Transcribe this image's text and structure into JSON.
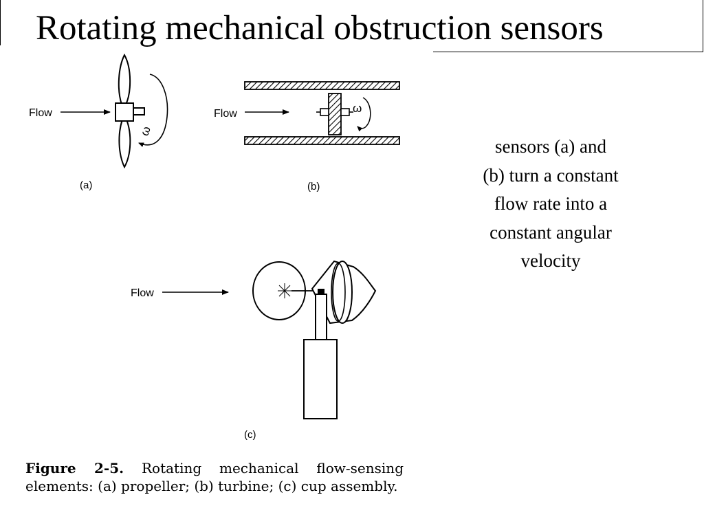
{
  "title": "Rotating mechanical obstruction sensors",
  "description_lines": [
    "sensors (a) and",
    "(b) turn a constant",
    "flow rate into a",
    "constant angular",
    "velocity"
  ],
  "figure": {
    "flow_label": "Flow",
    "omega": "ω",
    "panel_a_label": "(a)",
    "panel_b_label": "(b)",
    "panel_c_label": "(c)"
  },
  "caption": {
    "number": "Figure 2-5.",
    "text": "Rotating mechanical flow-sensing elements: (a) propeller; (b) turbine; (c) cup assembly."
  },
  "colors": {
    "ink": "#000000",
    "background": "#ffffff"
  }
}
